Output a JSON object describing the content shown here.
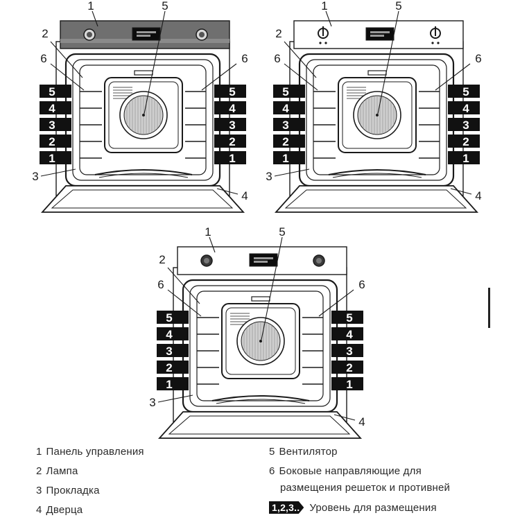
{
  "callouts": {
    "c1": "1",
    "c2": "2",
    "c3": "3",
    "c4": "4",
    "c5": "5",
    "c6": "6"
  },
  "levels": [
    "5",
    "4",
    "3",
    "2",
    "1"
  ],
  "legend": {
    "items": [
      {
        "num": "1",
        "text": "Панель управления"
      },
      {
        "num": "2",
        "text": "Лампа"
      },
      {
        "num": "3",
        "text": "Прокладка"
      },
      {
        "num": "4",
        "text": "Дверца"
      },
      {
        "num": "5",
        "text": "Вентилятор"
      },
      {
        "num": "6",
        "text": "Боковые направляющие для"
      }
    ],
    "item6_line2": "размещения решеток и противней",
    "levels_badge": "1,2,3..",
    "levels_text": "Уровень для размещения"
  },
  "colors": {
    "dark_panel": "#6f6f6f",
    "line": "#1a1a1a",
    "badge": "#111111",
    "fan": "#cfcfcf"
  }
}
